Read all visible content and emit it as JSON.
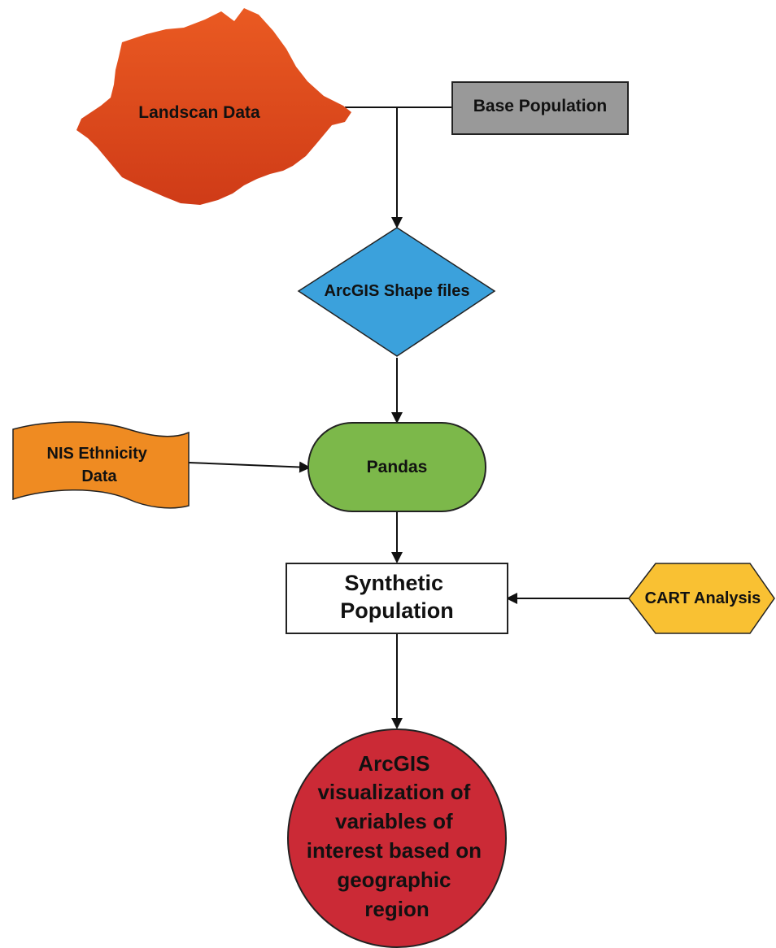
{
  "nodes": {
    "landscan": {
      "label": "Landscan Data",
      "color": "#e2531f"
    },
    "base_population": {
      "label": "Base Population",
      "color": "#999999"
    },
    "arcgis_shape": {
      "label": "ArcGIS Shape files",
      "color": "#3ba1dc"
    },
    "nis_ethnicity": {
      "label_lines": [
        "NIS Ethnicity",
        "Data"
      ],
      "color": "#ef8b22"
    },
    "pandas": {
      "label": "Pandas",
      "color": "#7cb84a"
    },
    "synthetic_population": {
      "label_lines": [
        "Synthetic",
        "Population"
      ],
      "color": "#ffffff"
    },
    "cart_analysis": {
      "label": "CART Analysis",
      "color": "#f9c133"
    },
    "arcgis_visualization": {
      "label_lines": [
        "ArcGIS",
        "visualization of",
        "variables of",
        "interest based on",
        "geographic",
        "region"
      ],
      "color": "#cb2a36"
    }
  },
  "edges": [
    {
      "from": "landscan",
      "to": "base_population",
      "arrow": false
    },
    {
      "from": "landscan",
      "to": "arcgis_shape",
      "arrow": true
    },
    {
      "from": "arcgis_shape",
      "to": "pandas",
      "arrow": true
    },
    {
      "from": "nis_ethnicity",
      "to": "pandas",
      "arrow": true
    },
    {
      "from": "pandas",
      "to": "synthetic_population",
      "arrow": true
    },
    {
      "from": "cart_analysis",
      "to": "synthetic_population",
      "arrow": true
    },
    {
      "from": "synthetic_population",
      "to": "arcgis_visualization",
      "arrow": true
    }
  ]
}
